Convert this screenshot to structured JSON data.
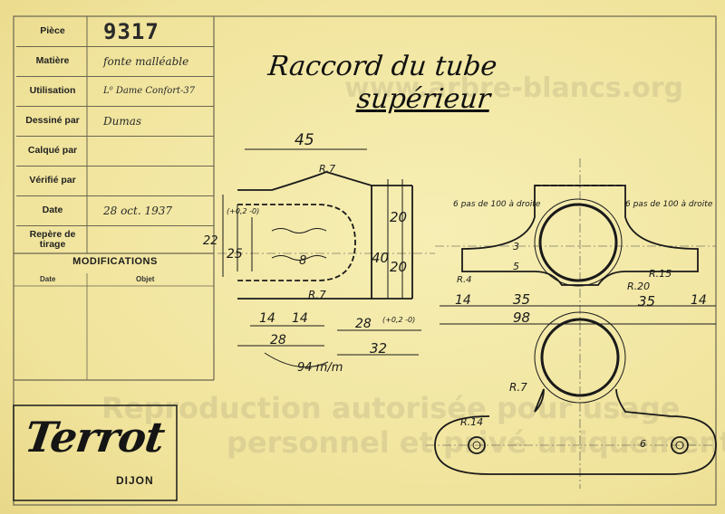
{
  "title_block": {
    "rows": [
      {
        "label": "Pièce",
        "value": "9317"
      },
      {
        "label": "Matière",
        "value": "fonte malléable"
      },
      {
        "label": "Utilisation",
        "value": "L⁰ Dame Confort-37"
      },
      {
        "label": "Dessiné par",
        "value": "Dumas"
      },
      {
        "label": "Calqué par",
        "value": ""
      },
      {
        "label": "Vérifié par",
        "value": ""
      },
      {
        "label": "Date",
        "value": "28 oct. 1937"
      },
      {
        "label": "Repère de tirage",
        "value": ""
      }
    ],
    "modifications_title": "MODIFICATIONS",
    "date_col": "Date",
    "objet_col": "Objet"
  },
  "logo": {
    "brand": "Terrot",
    "city": "DIJON"
  },
  "drawing": {
    "title_line1": "Raccord du tube",
    "title_line2": "supérieur",
    "dimensions": {
      "d45": "45",
      "r7": "R.7",
      "d22": "22",
      "d25": "25",
      "t25": "(+0,2 -0)",
      "d8": "8",
      "d40": "40",
      "d20a": "20",
      "d20b": "20",
      "r7b": "R.7",
      "d14a": "14",
      "d14b": "14",
      "d28a": "28",
      "d28b": "28",
      "t28": "(+0,2 -0)",
      "d32": "32",
      "d94": "94 m/m",
      "thread_left": "6 pas de 100 à droite",
      "thread_right": "6 pas de 100 à droite",
      "d3": "3",
      "d5": "5",
      "r4": "R.4",
      "r15": "R.15",
      "r20": "R.20",
      "d14c": "14",
      "d35a": "35",
      "d35b": "35",
      "d14d": "14",
      "d98": "98",
      "r7c": "R.7",
      "r14": "R.14",
      "d6": "6"
    }
  },
  "watermark": {
    "url": "www.arbre-blancs.org",
    "line1": "Reproduction autorisée pour usage",
    "line2": "personnel et privé uniquement"
  },
  "colors": {
    "paper": "#f3e9a6",
    "ink": "#1a1a1a",
    "frame": "#6b6650"
  }
}
